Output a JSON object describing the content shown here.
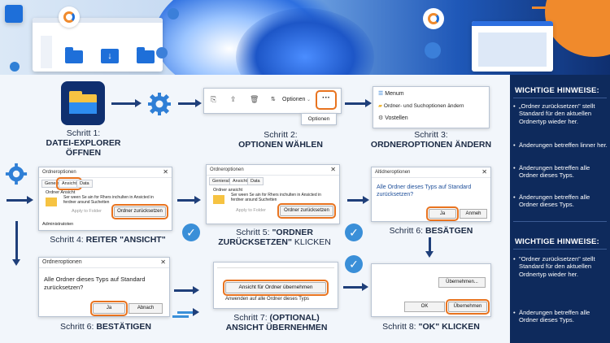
{
  "colors": {
    "accent": "#e8731f",
    "navy": "#0e2a5c",
    "check": "#3a8fd8",
    "gear": "#2f7fd6"
  },
  "step1": {
    "label": "Schritt 1:",
    "title": "DATEI-EXPLORER",
    "title2": "ÖFFNEN"
  },
  "step2": {
    "label": "Schritt 2:",
    "title": "OPTIONEN WÄHLEN",
    "toolbar_optionen": "Optionen",
    "dots": "···",
    "popup": "Optionen"
  },
  "step3": {
    "label": "Schritt 3:",
    "title": "ORDNEROPTIONEN ÄNDERN",
    "menu": [
      "Menum",
      "Ordner- und Suchoptionen ändern",
      "Vostellen"
    ]
  },
  "step4": {
    "caption_a": "Schritt 4: ",
    "caption_b": "REITER \"ANSICHT\"",
    "win_title": "Ordneroptionen",
    "tabs": [
      "General",
      "Ansicht",
      "Data"
    ],
    "group": "Ordner Ansicht",
    "text": "Ser ween Se ain for Rhers inchulten in Ansicted in ferdner arsund Suchetten",
    "apply": "Apply to Folder",
    "reset": "Ordner zurücksetzen",
    "footer": "Administratoten"
  },
  "step5": {
    "caption_a": "Schritt 5: ",
    "caption_b": "\"ORDNER",
    "caption_c": "ZURÜCKSETZEN\"",
    "caption_d": " KLICKEN",
    "win_title": "Ordneroptionen",
    "tabs": [
      "Genieral",
      "Ansicht",
      "Data"
    ],
    "group": "Ordner ansicht",
    "text": "Ser ween Se ain for Rhers inchulten in Ansicted in ferdner arsund Suchetten",
    "apply": "Apply to Folder",
    "reset": "Ordner zurücksetzen"
  },
  "step6a": {
    "caption_a": "Schritt 6: ",
    "caption_b": "BESÄTGEN",
    "win_title": "Altidneroptionen",
    "text": "Alle Ordner dieses Typs auf Standard zurücksetzen?",
    "ja": "Ja",
    "abbruch": "Anmeh"
  },
  "step6b": {
    "caption_a": "Schritt 6: ",
    "caption_b": "BESTÄTIGEN",
    "win_title": "Ordneroptionen",
    "text": "Alle Ordner dieses Typs auf Standard zurücksetzen?",
    "ja": "Ja",
    "abbruch": "Abnach"
  },
  "step7": {
    "caption_a": "Schritt 7: ",
    "caption_b": "(OPTIONAL)",
    "caption_c": "ANSICHT ÜBERNEHMEN",
    "apply": "Ansicht für Ordner übernehmen",
    "sub": "Anwenden auf alle Ordner dieses Typs"
  },
  "step8": {
    "caption_a": "Schritt 8: ",
    "caption_b": "\"OK\" KLICKEN",
    "uber1": "Übernehmen...",
    "ok": "OK",
    "uber2": "Übernehmen"
  },
  "hints1": {
    "title": "WICHTIGE HINWEISE:",
    "items": [
      "„Ordner zurücksetzen\" stellt Standard für den aktuellen Ordnertyp wieder her.",
      "Änderungen betreffen linner her.",
      "Änderungen betreffen alle Ordner dieses Typs.",
      "Änderungen betreffen alle Ordner dieses Typs."
    ]
  },
  "hints2": {
    "title": "WICHTIGE HINWEISE:",
    "items": [
      "\"Ordner zurücksetzen\" stellt Standard für den aktuellen Ordnertyp wieder her.",
      "Änderungen betreffen alle Ordner dieses Typs."
    ]
  }
}
